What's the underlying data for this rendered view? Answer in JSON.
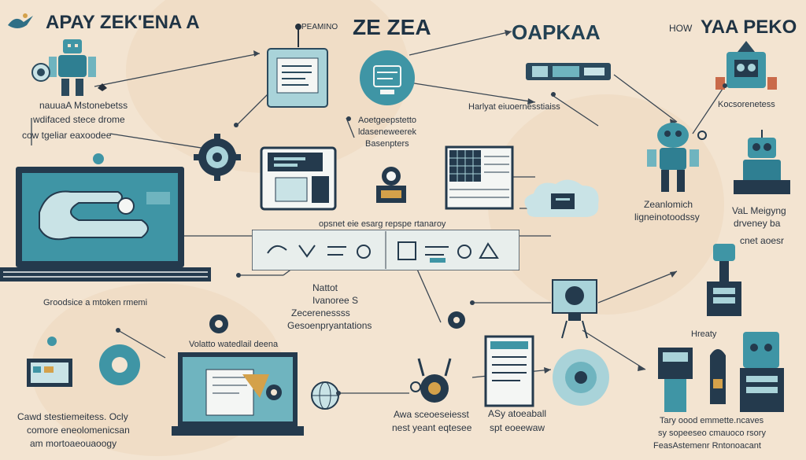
{
  "header": {
    "title_left": "APAY ZEK'ENA A",
    "title_center_small": "PEAMINO",
    "title_center_big": "ZE ZEA",
    "title_right1": "OAPKAA",
    "title_right2_small": "HOW",
    "title_right2_big": "YAA PEKO"
  },
  "labels": {
    "robot_left_1": "nauuaA Mstonebetss",
    "robot_left_2": "wdifaced stece drome",
    "robot_left_3": "cow tgeliar eaxoodee",
    "center_mid_1": "Aoetgeepstetto",
    "center_mid_2": "ldaseneweerek",
    "center_mid_3": "Basenpters",
    "right_top_note": "Harlyat eiuoernesstiaiss",
    "right_corner": "Kocsorenetess",
    "zaen_1": "Zeanlomich",
    "zaen_2": "ligneinotoodssy",
    "vat_1": "VaL Meigyng",
    "vat_2": "drveney ba",
    "vat_3": "cnet aoesr",
    "banner_title": "opsnet eie esarg repspe rtanaroy",
    "laptop_bottom": "Groodsice a mtoken rmemi",
    "nattot_1": "Nattot",
    "nattot_2": "Ivanoree S",
    "nattot_3": "Zecerenessss",
    "nattot_4": "Gesoenpryantations",
    "volano": "Volatto watedlail deena",
    "bottom_left_1": "Cawd stestiemeitess. Ocly",
    "bottom_left_2": "comore eneolomenicsan",
    "bottom_left_3": "am mortoaeouaoogy",
    "bottom_mid_1": "Awa sceoeseiesst",
    "bottom_mid_2": "nest yeant eqtesee",
    "bottom_mid_3": "ASy atoeaball",
    "bottom_mid_4": "spt eoeewaw",
    "hreaty": "Hreaty",
    "bottom_right_1": "Tary oood emmette.ncaves",
    "bottom_right_2": "sy sopeeseo cmauoco rsory",
    "bottom_right_3": "FeasAstemenr Rntonoacant"
  },
  "colors": {
    "teal": "#3f95a5",
    "teal_light": "#a9d3d9",
    "navy": "#243a4d",
    "background": "#f3e4d1"
  },
  "icons": [
    "bird-icon",
    "robot-icon",
    "monitor-icon",
    "brain-icon",
    "gear-icon",
    "printer-icon",
    "camera-icon",
    "spreadsheet-icon",
    "cloud-server-icon",
    "laptop-icon",
    "microscope-icon",
    "machine-icon",
    "document-icon",
    "globe-icon"
  ]
}
